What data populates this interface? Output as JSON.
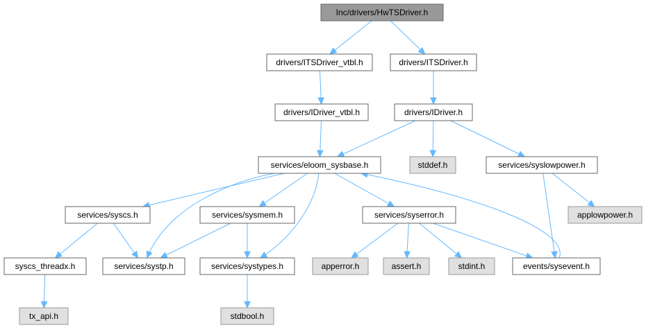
{
  "graph": {
    "colors": {
      "edge": "#63b8ff",
      "root_fill": "#999999",
      "node_fill": "#ffffff",
      "external_fill": "#e0e0e0",
      "border": "#666666"
    },
    "nodes": [
      {
        "id": "hwts",
        "label": "Inc/drivers/HwTSDriver.h",
        "kind": "root"
      },
      {
        "id": "itsvtbl",
        "label": "drivers/ITSDriver_vtbl.h",
        "kind": "link"
      },
      {
        "id": "its",
        "label": "drivers/ITSDriver.h",
        "kind": "link"
      },
      {
        "id": "idrvtbl",
        "label": "drivers/IDriver_vtbl.h",
        "kind": "link"
      },
      {
        "id": "idriver",
        "label": "drivers/IDriver.h",
        "kind": "link"
      },
      {
        "id": "sysbase",
        "label": "services/eloom_sysbase.h",
        "kind": "link"
      },
      {
        "id": "stddef",
        "label": "stddef.h",
        "kind": "external"
      },
      {
        "id": "syslow",
        "label": "services/syslowpower.h",
        "kind": "link"
      },
      {
        "id": "applow",
        "label": "applowpower.h",
        "kind": "external"
      },
      {
        "id": "syscs",
        "label": "services/syscs.h",
        "kind": "link"
      },
      {
        "id": "sysmem",
        "label": "services/sysmem.h",
        "kind": "link"
      },
      {
        "id": "syserror",
        "label": "services/syserror.h",
        "kind": "link"
      },
      {
        "id": "threadx",
        "label": "syscs_threadx.h",
        "kind": "link"
      },
      {
        "id": "systp",
        "label": "services/systp.h",
        "kind": "link"
      },
      {
        "id": "systypes",
        "label": "services/systypes.h",
        "kind": "link"
      },
      {
        "id": "apperror",
        "label": "apperror.h",
        "kind": "external"
      },
      {
        "id": "assert",
        "label": "assert.h",
        "kind": "external"
      },
      {
        "id": "stdint",
        "label": "stdint.h",
        "kind": "external"
      },
      {
        "id": "sysevent",
        "label": "events/sysevent.h",
        "kind": "link"
      },
      {
        "id": "txapi",
        "label": "tx_api.h",
        "kind": "external"
      },
      {
        "id": "stdbool",
        "label": "stdbool.h",
        "kind": "external"
      }
    ]
  }
}
